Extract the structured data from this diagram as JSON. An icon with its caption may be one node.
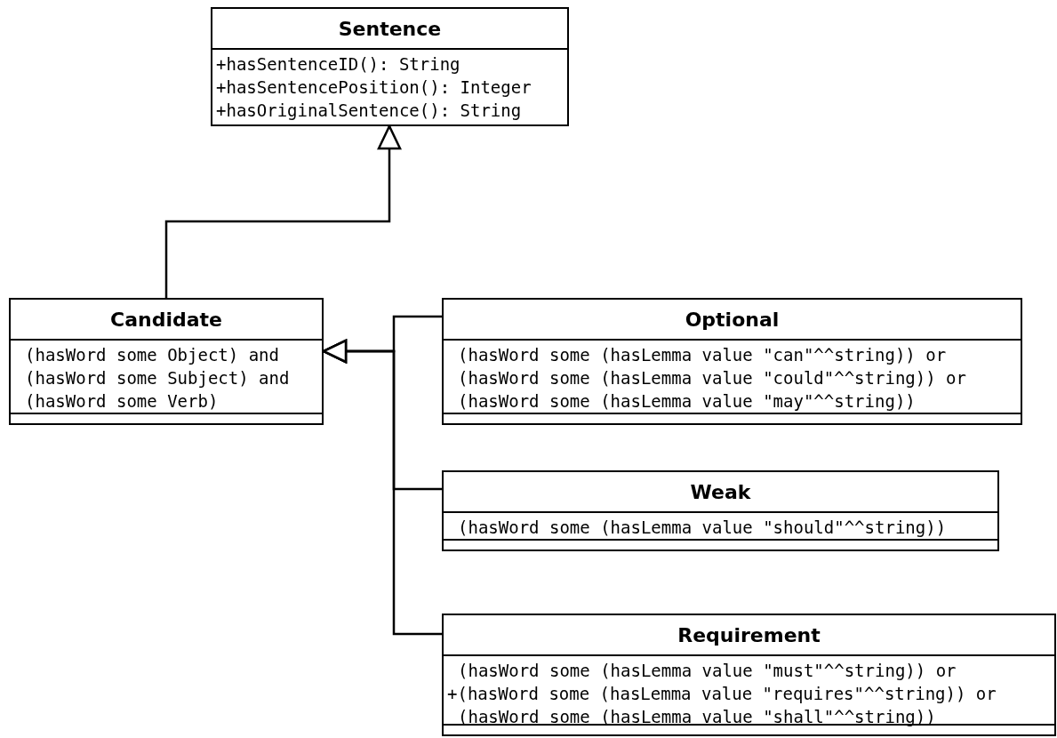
{
  "diagram": {
    "nodes": [
      {
        "text": [
          "Sentence",
          "+hasSentenceID(): String",
          "+hasSentencePosition(): Integer",
          "+hasOriginalSentence(): String"
        ]
      },
      {
        "text": [
          "Candidate",
          "(hasWord some Object) and",
          "(hasWord some Subject) and",
          "(hasWord some Verb)"
        ]
      },
      {
        "text": [
          "Optional",
          "(hasWord some (hasLemma value \"can\"^^string)) or",
          "(hasWord some (hasLemma value \"could\"^^string)) or",
          "(hasWord some (hasLemma value \"may\"^^string))"
        ]
      },
      {
        "text": [
          "Weak",
          "(hasWord some (hasLemma value \"should\"^^string))"
        ]
      },
      {
        "text": [
          "Requirement",
          "(hasWord some (hasLemma value \"must\"^^string)) or",
          "+(hasWord some (hasLemma value \"requires\"^^string)) or",
          "(hasWord some (hasLemma value \"shall\"^^string))"
        ]
      }
    ],
    "edges": [
      {
        "from": 1,
        "to": 0,
        "arrow": "to"
      },
      {
        "from": 2,
        "to": 1,
        "arrow": "to"
      },
      {
        "from": 3,
        "to": 1,
        "arrow": "to"
      },
      {
        "from": 4,
        "to": 1,
        "arrow": "to"
      }
    ]
  }
}
